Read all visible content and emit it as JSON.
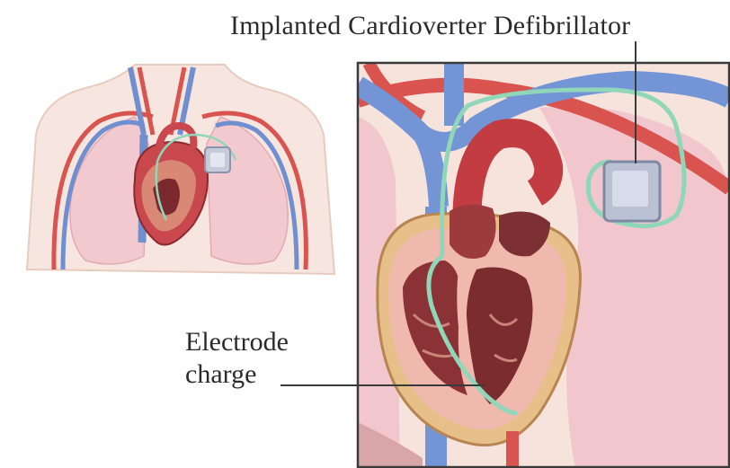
{
  "labels": {
    "device": "Implanted Cardioverter Defibrillator",
    "electrode_line1": "Electrode",
    "electrode_line2": "charge"
  },
  "colors": {
    "vein_blue": "#6f8fd0",
    "artery_red": "#d9534f",
    "lung_pink": "#f4cfd3",
    "skin": "#f7e7df",
    "lead_green": "#8fd7b8",
    "device_gray": "#b9c1d3",
    "heart_red": "#b5343a"
  }
}
